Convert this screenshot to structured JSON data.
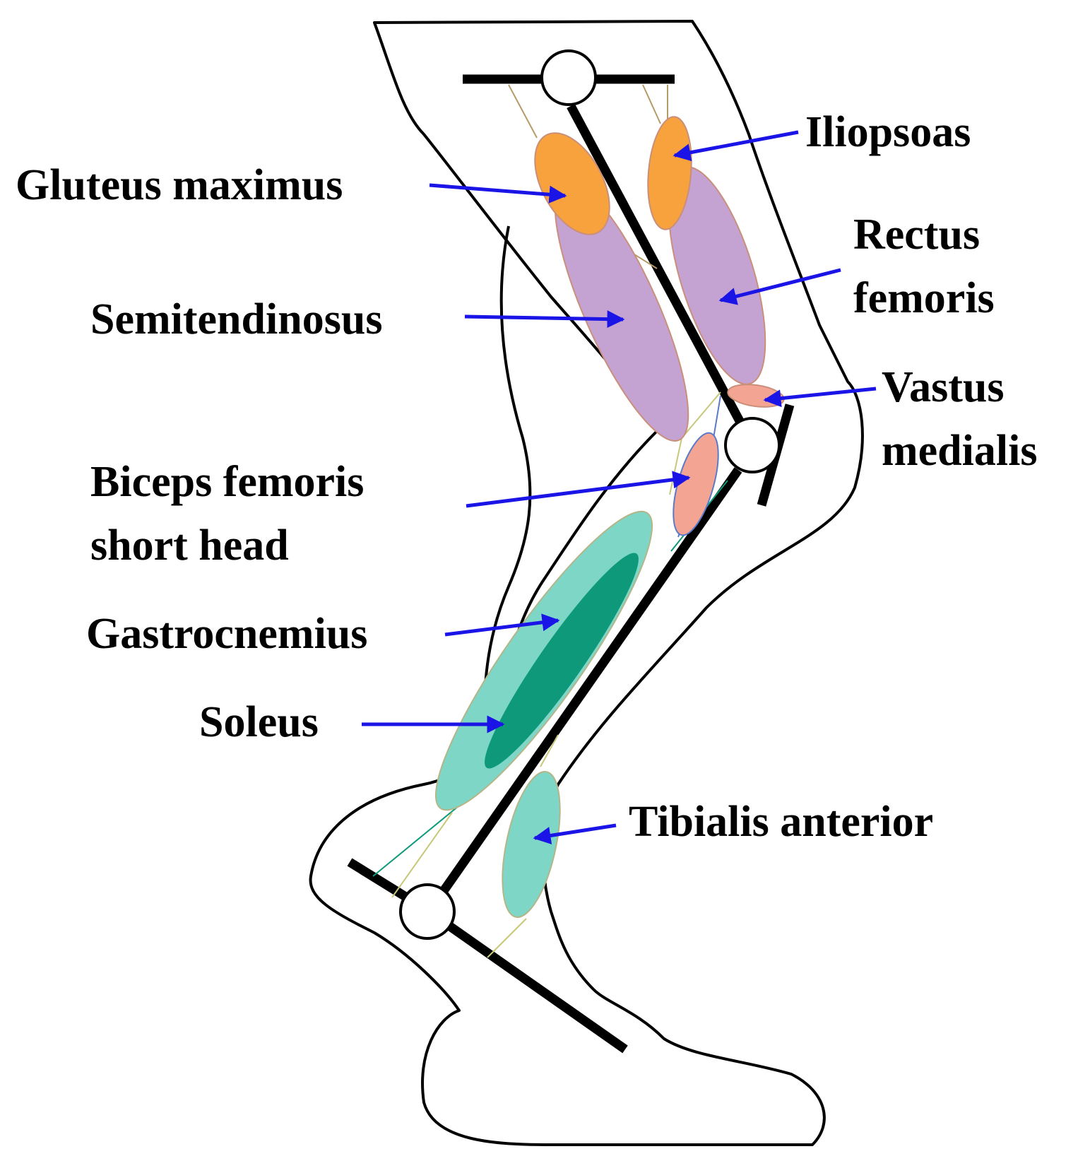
{
  "colors": {
    "arrow": "#1a14e6",
    "iliopsoas": "#f7a23d",
    "gluteus_maximus": "#f7a23d",
    "rectus_femoris": "#c4a3d2",
    "semitendinosus": "#c4a3d2",
    "vastus_medialis": "#f4a493",
    "biceps_femoris_short_head": "#f4a493",
    "gastrocnemius": "#0e9a7a",
    "soleus": "#7ed6c7",
    "tibialis_anterior": "#7ed6c7",
    "outline": "#000000"
  },
  "labels": {
    "iliopsoas": "Iliopsoas",
    "gluteus_maximus": "Gluteus maximus",
    "rectus_femoris_1": "Rectus",
    "rectus_femoris_2": "femoris",
    "semitendinosus": "Semitendinosus",
    "vastus_medialis_1": "Vastus",
    "vastus_medialis_2": "medialis",
    "biceps_femoris_1": "Biceps femoris",
    "biceps_femoris_2": "short head",
    "gastrocnemius": "Gastrocnemius",
    "soleus": "Soleus",
    "tibialis_anterior": "Tibialis anterior"
  }
}
